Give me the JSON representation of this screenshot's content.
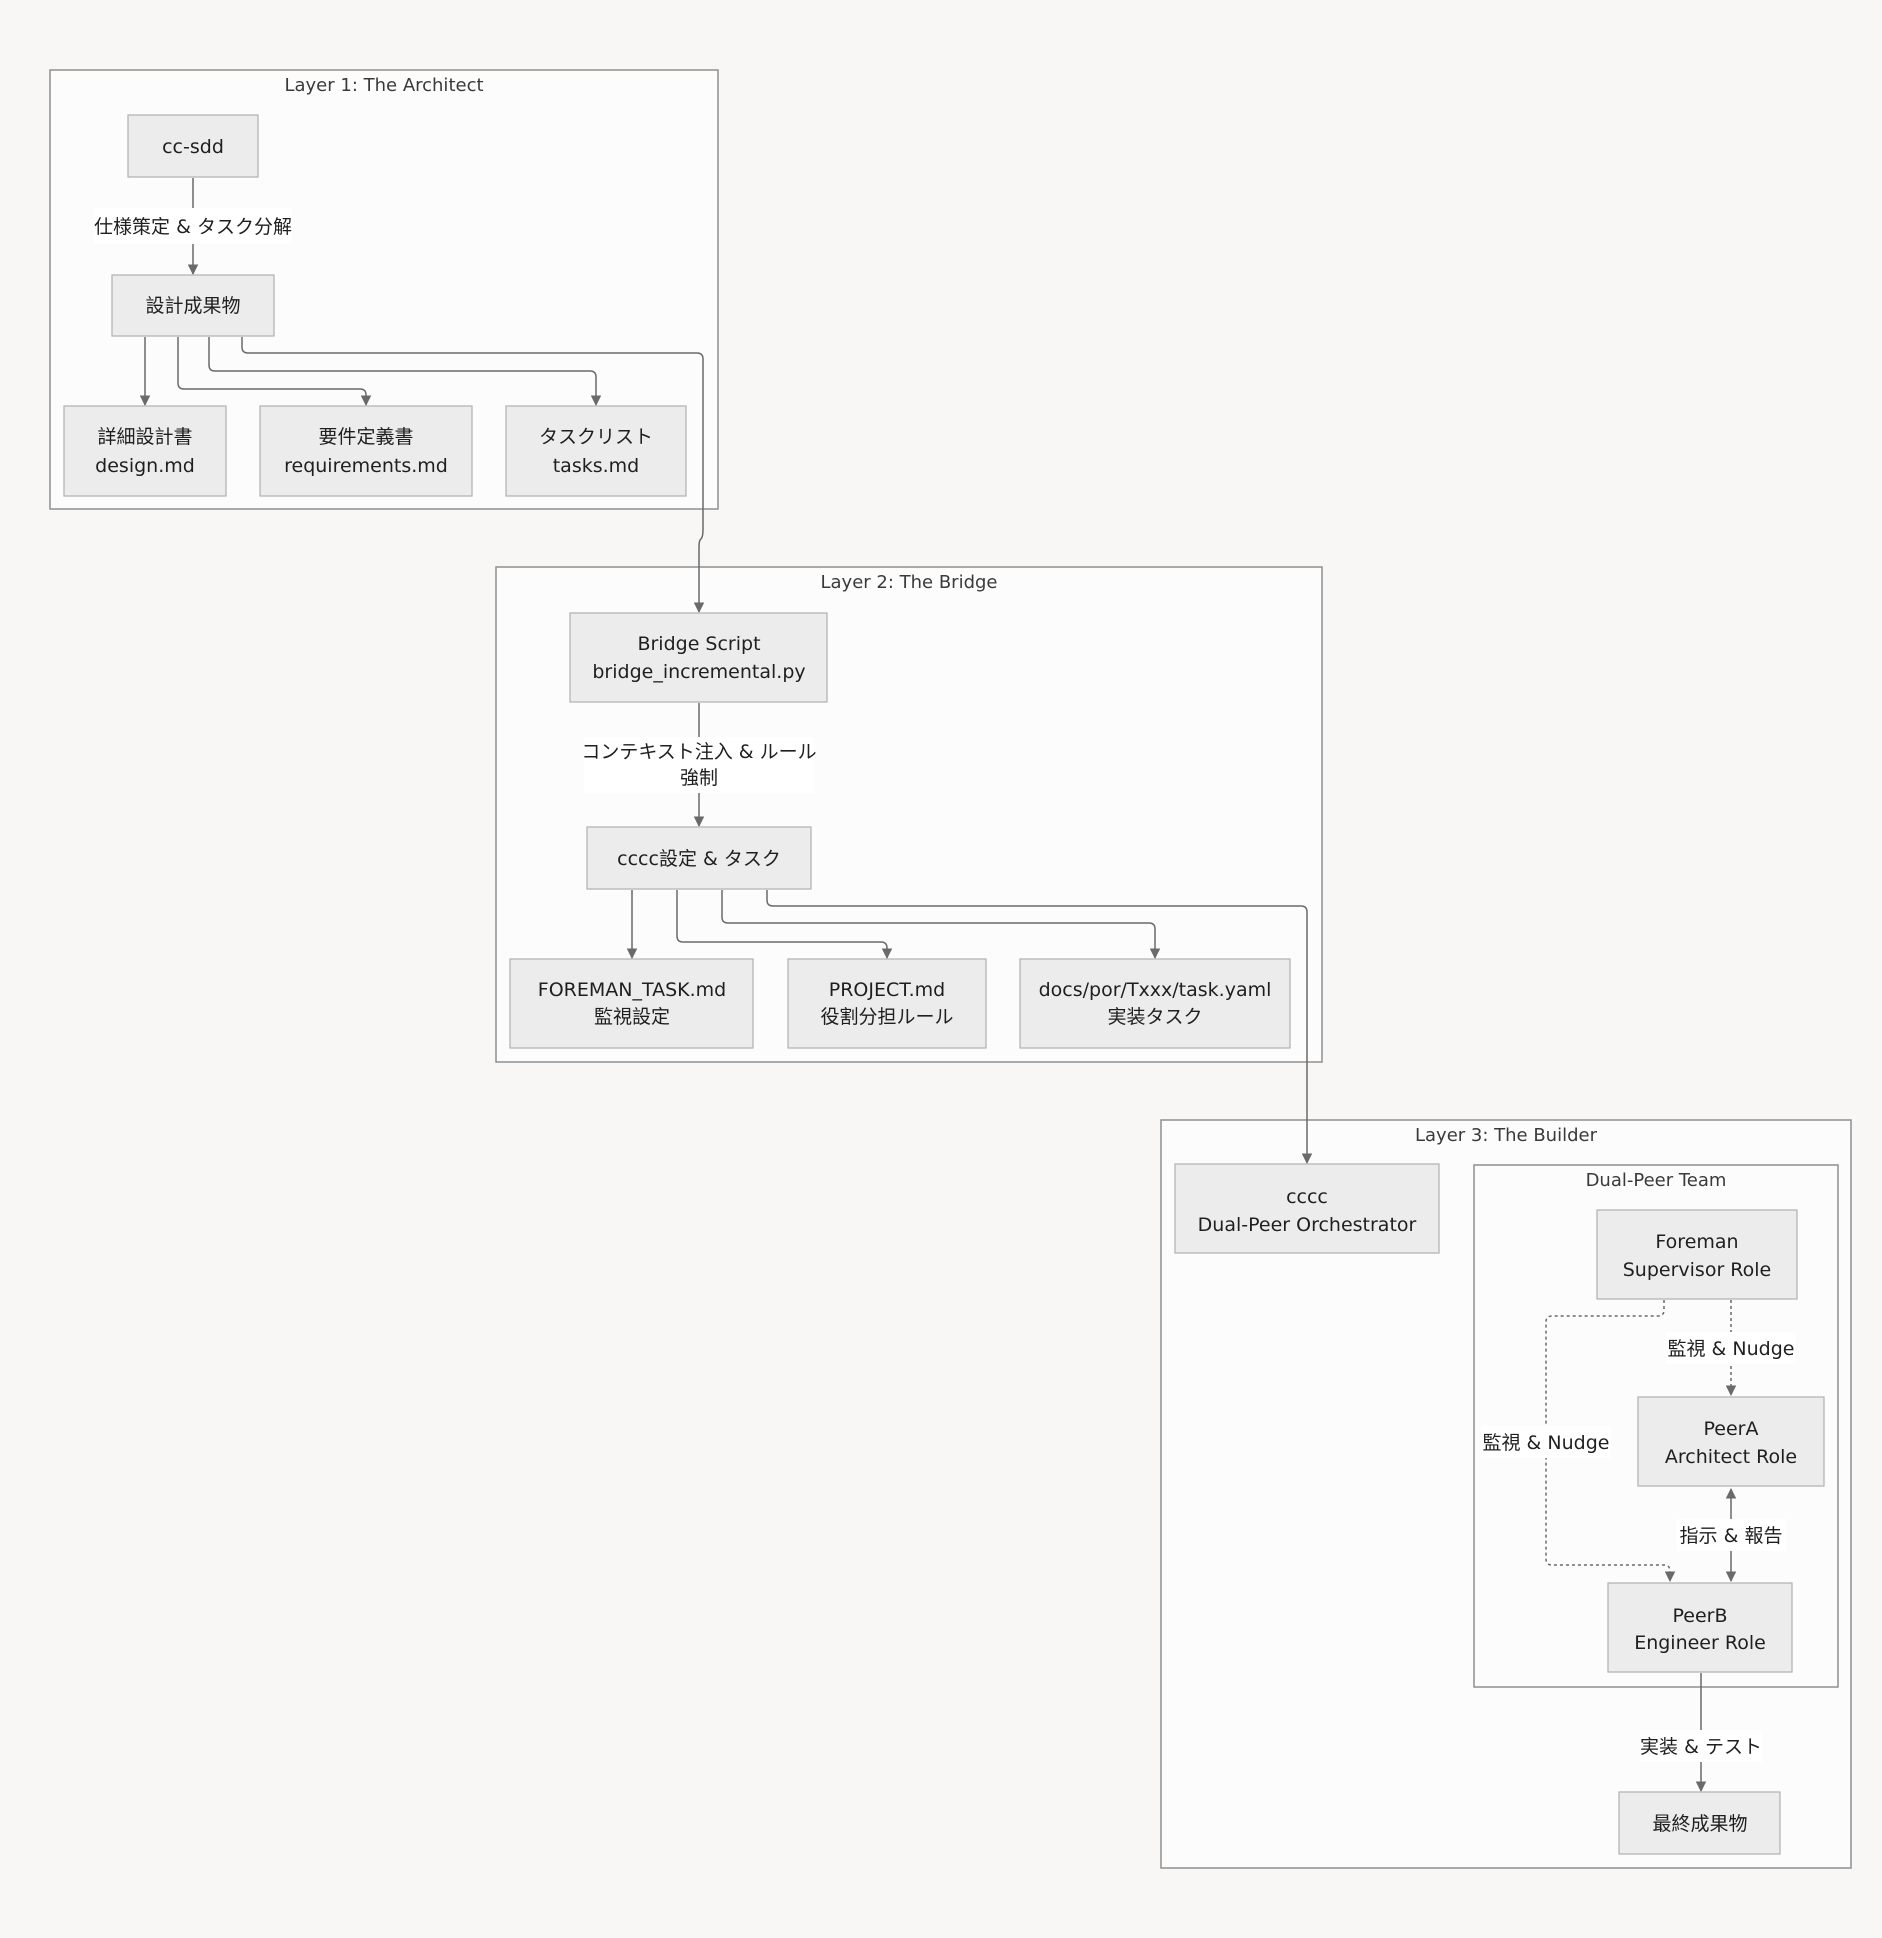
{
  "clusters": {
    "layer1": "Layer 1: The Architect",
    "layer2": "Layer 2: The Bridge",
    "layer3": "Layer 3: The Builder",
    "team": "Dual-Peer Team"
  },
  "nodes": {
    "ccsdd": [
      "cc-sdd"
    ],
    "design_artifacts": [
      "設計成果物"
    ],
    "design_doc": [
      "詳細設計書",
      "design.md"
    ],
    "requirements_doc": [
      "要件定義書",
      "requirements.md"
    ],
    "task_list": [
      "タスクリスト",
      "tasks.md"
    ],
    "bridge_script": [
      "Bridge Script",
      "bridge_incremental.py"
    ],
    "cccc_config": [
      "cccc設定 & タスク"
    ],
    "foreman_task": [
      "FOREMAN_TASK.md",
      "監視設定"
    ],
    "project_md": [
      "PROJECT.md",
      "役割分担ルール"
    ],
    "task_yaml": [
      "docs/por/Txxx/task.yaml",
      "実装タスク"
    ],
    "cccc": [
      "cccc",
      "Dual-Peer Orchestrator"
    ],
    "foreman": [
      "Foreman",
      "Supervisor Role"
    ],
    "peer_a": [
      "PeerA",
      "Architect Role"
    ],
    "peer_b": [
      "PeerB",
      "Engineer Role"
    ],
    "final": [
      "最終成果物"
    ]
  },
  "edge_labels": {
    "spec": [
      "仕様策定 & タスク分解"
    ],
    "context": [
      "コンテキスト注入 & ルール",
      "強制"
    ],
    "monitor_a": [
      "監視 & Nudge"
    ],
    "monitor_b": [
      "監視 & Nudge"
    ],
    "instruct": [
      "指示 & 報告"
    ],
    "implement": [
      "実装 & テスト"
    ]
  }
}
